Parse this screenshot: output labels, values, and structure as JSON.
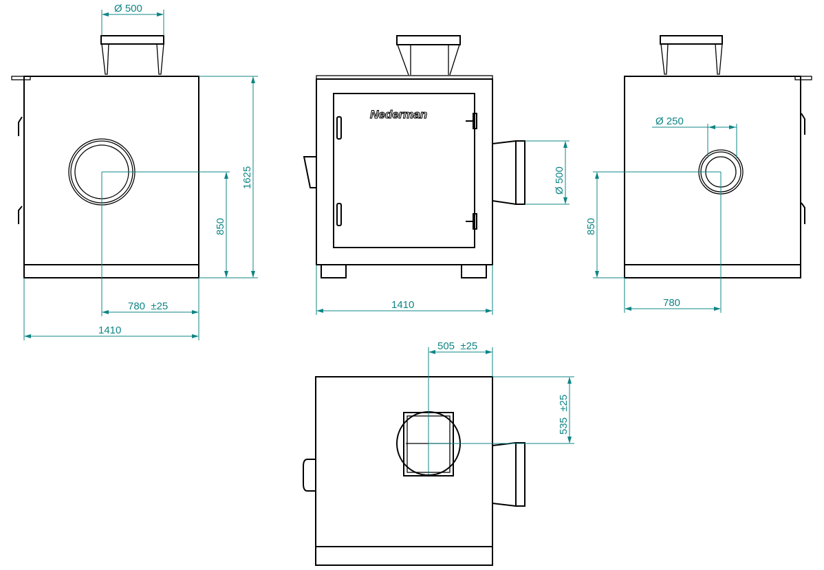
{
  "drawing": {
    "brand": "Nederman",
    "colors": {
      "outline": "#000000",
      "dimension": "#0e8585"
    },
    "side_view_left": {
      "top_duct_diameter": "Ø 500",
      "height": "1625",
      "inlet_height": "850",
      "inlet_offset": "780  ±25",
      "width": "1410"
    },
    "front_view": {
      "outlet_diameter": "Ø 500",
      "width": "1410"
    },
    "side_view_right": {
      "inlet_diameter": "Ø 250",
      "inlet_height": "850",
      "inlet_offset": "780"
    },
    "top_view": {
      "inlet_offset_x": "505  ±25",
      "inlet_offset_y": "535  ±25"
    }
  }
}
